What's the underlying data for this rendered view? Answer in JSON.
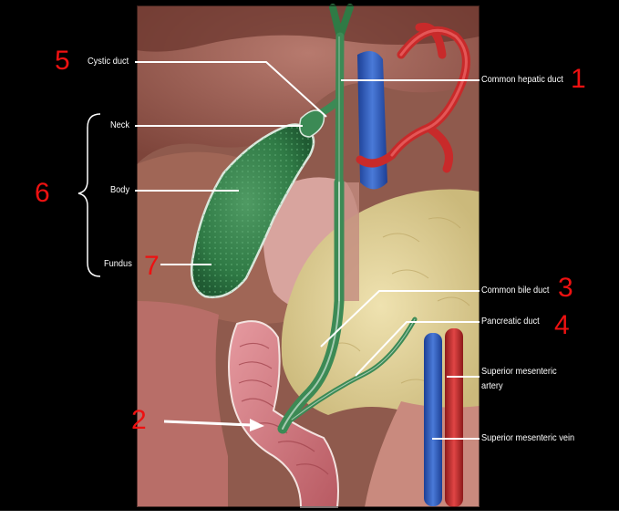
{
  "labels": {
    "cystic_duct": "Cystic duct",
    "neck": "Neck",
    "body": "Body",
    "fundus": "Fundus",
    "common_hepatic_duct": "Common hepatic duct",
    "common_bile_duct": "Common bile duct",
    "pancreatic_duct": "Pancreatic duct",
    "superior_mesenteric_artery_line1": "Superior mesenteric",
    "superior_mesenteric_artery_line2": "artery",
    "superior_mesenteric_vein": "Superior mesenteric vein"
  },
  "markers": {
    "n1": "1",
    "n2": "2",
    "n3": "3",
    "n4": "4",
    "n5": "5",
    "n6": "6",
    "n7": "7"
  },
  "colors": {
    "background_black": "#000000",
    "marker_red": "#ee1111",
    "label_white": "#ffffff",
    "gallbladder_green": "#2f7a45",
    "bile_duct_green": "#3c8a55",
    "artery_red": "#c82a2a",
    "vein_blue": "#2a56b8",
    "pancreas_yellow": "#e3d39a",
    "duodenum_pink": "#d6757a"
  }
}
